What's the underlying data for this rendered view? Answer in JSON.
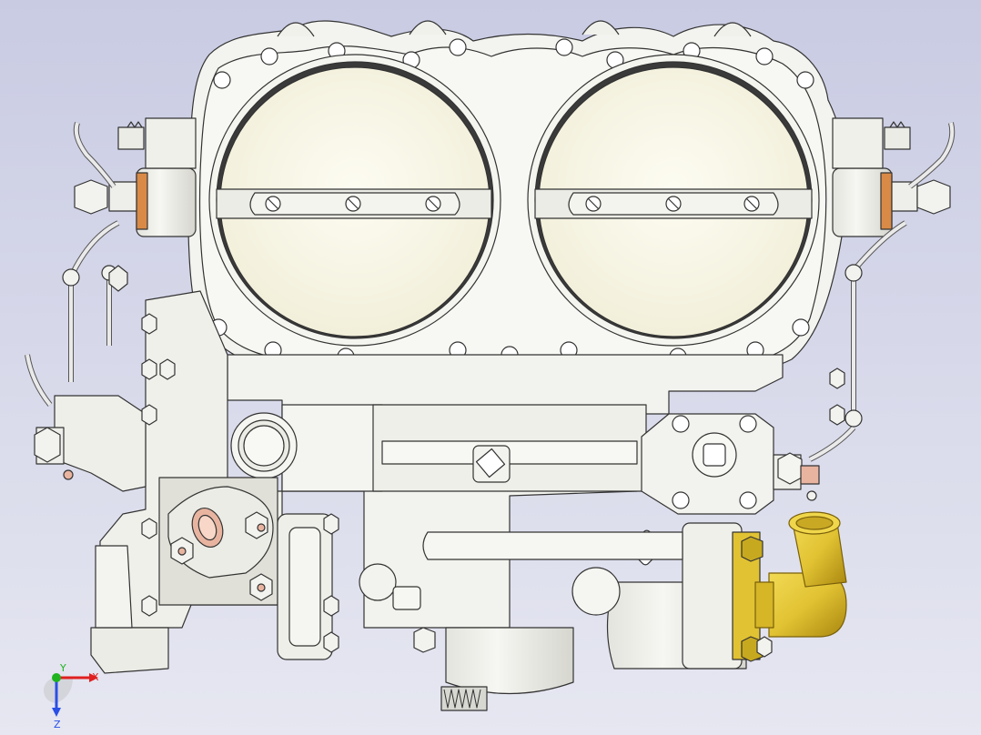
{
  "viewport": {
    "background_top": "#c9cbe3",
    "background_bottom": "#e6e7f1"
  },
  "colors": {
    "metal": "#f1f1ec",
    "metal_shade": "#dcdcd5",
    "line": "#333333",
    "butterfly_fill": "#fbf9e8",
    "accent_copper": "#d98a46",
    "brass": "#e1c232",
    "brass_dark": "#b8961a",
    "axis_x": "#e02020",
    "axis_y": "#1fb31f",
    "axis_z": "#2a4fe6"
  },
  "triad": {
    "x_label": "X",
    "y_label": "Y",
    "z_label": "Z"
  },
  "components": {
    "throttle_bodies": 2,
    "throttle_plate_screws_per_body": 3
  }
}
